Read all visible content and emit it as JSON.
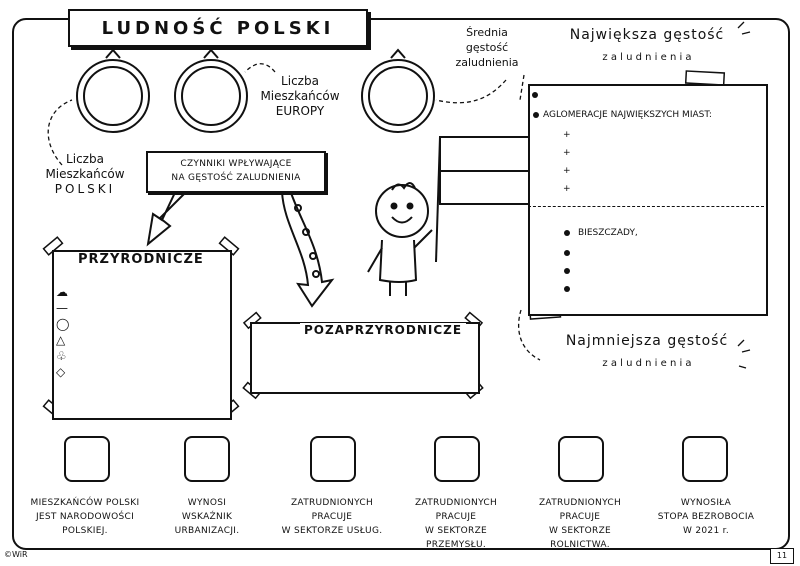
{
  "title": "LUDNOŚĆ POLSKI",
  "circles": {
    "poland_label": [
      "Liczba",
      "Mieszkańców",
      "POLSKI"
    ],
    "europe_label": [
      "Liczba",
      "Mieszkańców",
      "EUROPY"
    ],
    "density_label": [
      "Średnia",
      "gęstość",
      "zaludnienia"
    ]
  },
  "factors_box": [
    "CZYNNIKI WPŁYWAJĄCE",
    "NA GĘSTOŚĆ ZALUDNIENIA"
  ],
  "natural": {
    "heading": "PRZYRODNICZE"
  },
  "nonnatural": {
    "heading": "POZAPRZYRODNICZE"
  },
  "largest_density": {
    "title": "Największa gęstość",
    "subtitle": "z a l u d n i e n i a",
    "items": [
      "AGLOMERACJE NAJWIĘKSZYCH MIAST:"
    ]
  },
  "smallest_density": {
    "title": "Najmniejsza gęstość",
    "subtitle": "z a l u d n i e n i a",
    "items": [
      "BIESZCZADY,"
    ]
  },
  "stats": [
    [
      "MIESZKAŃCÓW POLSKI",
      "JEST NARODOWOŚCI",
      "POLSKIEJ."
    ],
    [
      "WYNOSI",
      "WSKAŹNIK",
      "URBANIZACJI."
    ],
    [
      "ZATRUDNIONYCH",
      "PRACUJE",
      "W SEKTORZE USŁUG."
    ],
    [
      "ZATRUDNIONYCH",
      "PRACUJE",
      "W SEKTORZE",
      "PRZEMYSŁU."
    ],
    [
      "ZATRUDNIONYCH",
      "PRACUJE",
      "W SEKTORZE",
      "ROLNICTWA."
    ],
    [
      "WYNOSIŁA",
      "STOPA BEZROBOCIA",
      "W 2021 r."
    ]
  ],
  "footer": {
    "copyright": "©WiR",
    "page": "11"
  },
  "icons": [
    "cloud-icon",
    "line-icon",
    "water-drop-icon",
    "mountain-icon",
    "leaf-icon",
    "diamond-icon"
  ]
}
